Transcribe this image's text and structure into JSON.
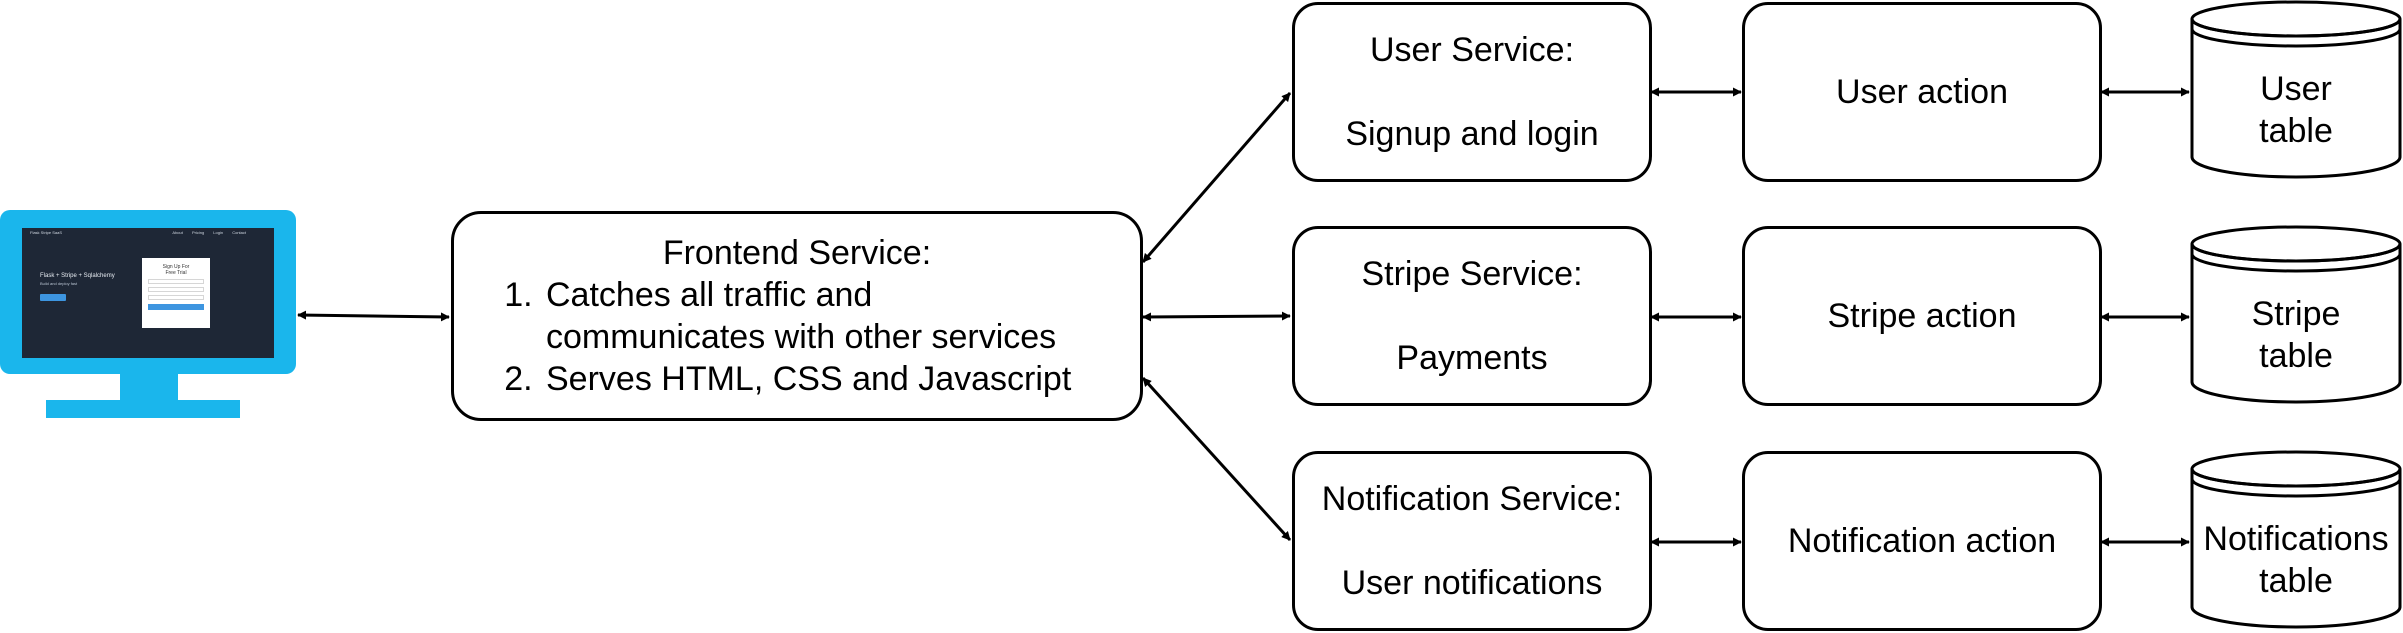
{
  "client": {
    "icon": "monitor-icon",
    "screen": {
      "brand": "Flask Stripe SaaS",
      "nav_links": "About  Pricing  Login  Contact",
      "hero_title": "Flask + Stripe + Sqlalchemy",
      "hero_subtitle": "Build and deploy fast",
      "form_title_line1": "Sign Up For",
      "form_title_line2": "Free Trial"
    }
  },
  "frontend": {
    "title": "Frontend Service:",
    "items": [
      "Catches all traffic and communicates with other services",
      "Serves HTML, CSS and Javascript"
    ]
  },
  "services": [
    {
      "title": "User Service:",
      "description": "Signup and login",
      "action": "User action",
      "table": [
        "User",
        "table"
      ]
    },
    {
      "title": "Stripe Service:",
      "description": "Payments",
      "action": "Stripe action",
      "table": [
        "Stripe",
        "table"
      ]
    },
    {
      "title": "Notification Service:",
      "description": "User notifications",
      "action": "Notification action",
      "table": [
        "Notifications",
        "table"
      ]
    }
  ],
  "colors": {
    "stroke": "#000000",
    "monitor": "#1ab6ec",
    "screen": "#1e2736"
  }
}
